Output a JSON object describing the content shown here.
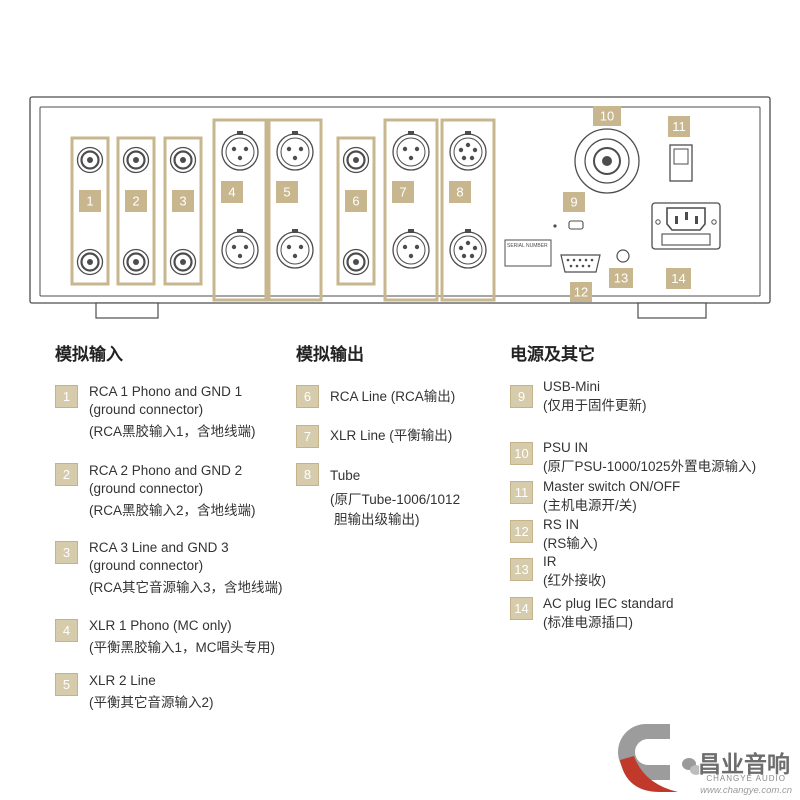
{
  "panel": {
    "serial_label": "SERIAL NUMBER"
  },
  "legend": {
    "analog_in": {
      "heading": "模拟输入",
      "items": [
        {
          "num": "1",
          "en": "RCA 1 Phono and GND 1",
          "en2": "(ground connector)",
          "cn": "(RCA黑胶输入1，含地线端)"
        },
        {
          "num": "2",
          "en": "RCA 2 Phono and GND 2",
          "en2": "(ground connector)",
          "cn": "(RCA黑胶输入2，含地线端)"
        },
        {
          "num": "3",
          "en": "RCA 3 Line and GND 3",
          "en2": "(ground connector)",
          "cn": "(RCA其它音源输入3，含地线端)"
        },
        {
          "num": "4",
          "en": "XLR 1 Phono (MC only)",
          "cn": "(平衡黑胶输入1，MC唱头专用)"
        },
        {
          "num": "5",
          "en": "XLR 2 Line",
          "cn": "(平衡其它音源输入2)"
        }
      ]
    },
    "analog_out": {
      "heading": "模拟输出",
      "items": [
        {
          "num": "6",
          "en": "RCA Line (RCA输出)"
        },
        {
          "num": "7",
          "en": "XLR Line (平衡输出)"
        },
        {
          "num": "8",
          "en": "Tube",
          "cn": "(原厂Tube-1006/1012",
          "cn2": "胆输出级输出)"
        }
      ]
    },
    "power_other": {
      "heading": "电源及其它",
      "items": [
        {
          "num": "9",
          "en": "USB-Mini",
          "cn": "(仅用于固件更新)"
        },
        {
          "num": "10",
          "en": "PSU IN",
          "cn": "(原厂PSU-1000/1025外置电源输入)"
        },
        {
          "num": "11",
          "en": "Master switch ON/OFF",
          "cn": "(主机电源开/关)"
        },
        {
          "num": "12",
          "en": "RS IN",
          "cn": "(RS输入)"
        },
        {
          "num": "13",
          "en": "IR",
          "cn": "(红外接收)"
        },
        {
          "num": "14",
          "en": "AC plug IEC standard",
          "cn": "(标准电源插口)"
        }
      ]
    }
  },
  "watermark": {
    "brand_cn": "昌业音响",
    "brand_en": "CHANGYE AUDIO",
    "url": "www.changye.com.cn"
  },
  "colors": {
    "accent": "#c8b78e",
    "line": "#4d4d4d"
  }
}
